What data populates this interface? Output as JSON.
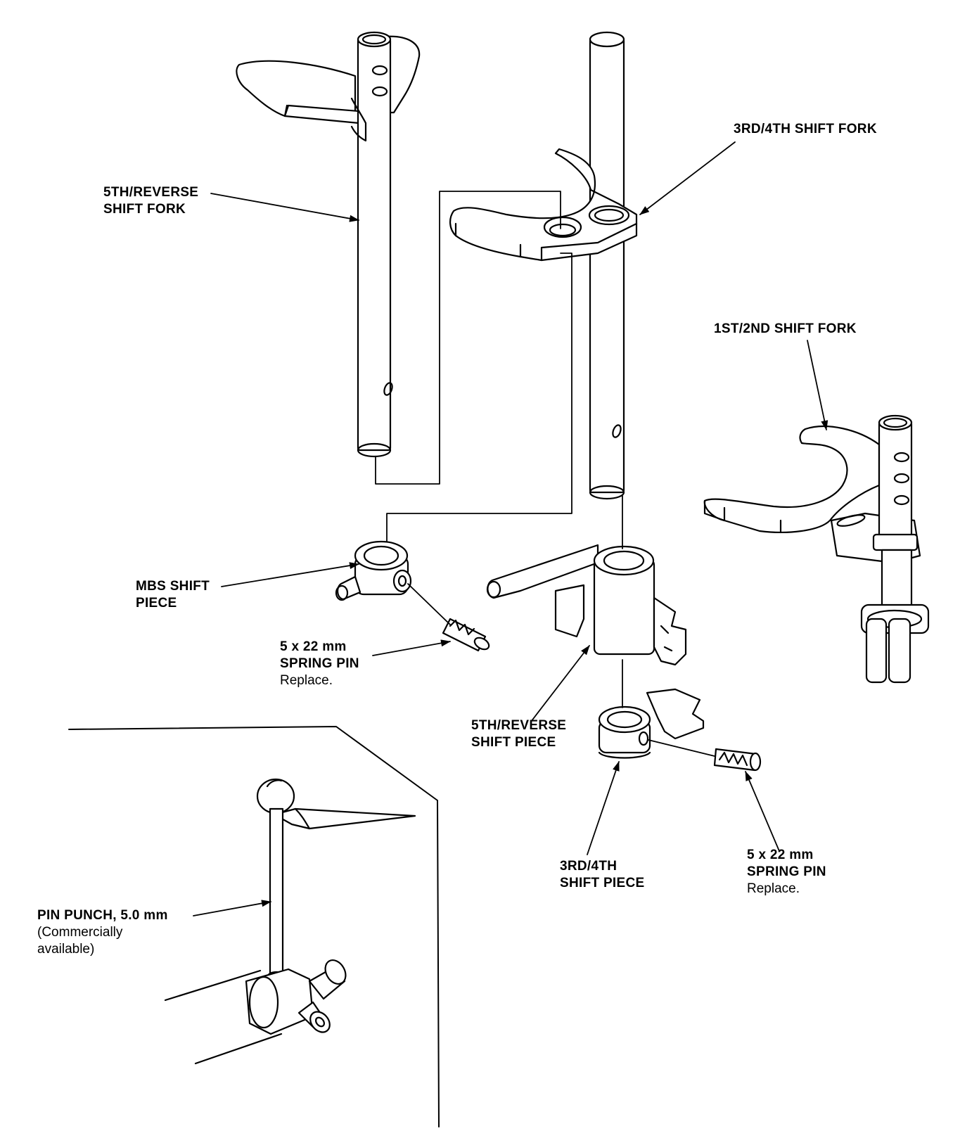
{
  "labels": {
    "fifth_reverse_fork": {
      "line1": "5TH/REVERSE",
      "line2": "SHIFT FORK"
    },
    "third_fourth_fork": {
      "line1": "3RD/4TH SHIFT FORK"
    },
    "first_second_fork": {
      "line1": "1ST/2ND SHIFT FORK"
    },
    "mbs_piece": {
      "line1": "MBS SHIFT",
      "line2": "PIECE"
    },
    "spring_pin_left": {
      "line1": "5 x 22 mm",
      "line2": "SPRING PIN",
      "note": "Replace."
    },
    "fifth_reverse_piece": {
      "line1": "5TH/REVERSE",
      "line2": "SHIFT PIECE"
    },
    "third_fourth_piece": {
      "line1": "3RD/4TH",
      "line2": "SHIFT PIECE"
    },
    "spring_pin_right": {
      "line1": "5 x 22 mm",
      "line2": "SPRING PIN",
      "note": "Replace."
    },
    "pin_punch": {
      "line1": "PIN PUNCH, 5.0 mm",
      "line2": "(Commercially",
      "line3": "available)"
    }
  }
}
